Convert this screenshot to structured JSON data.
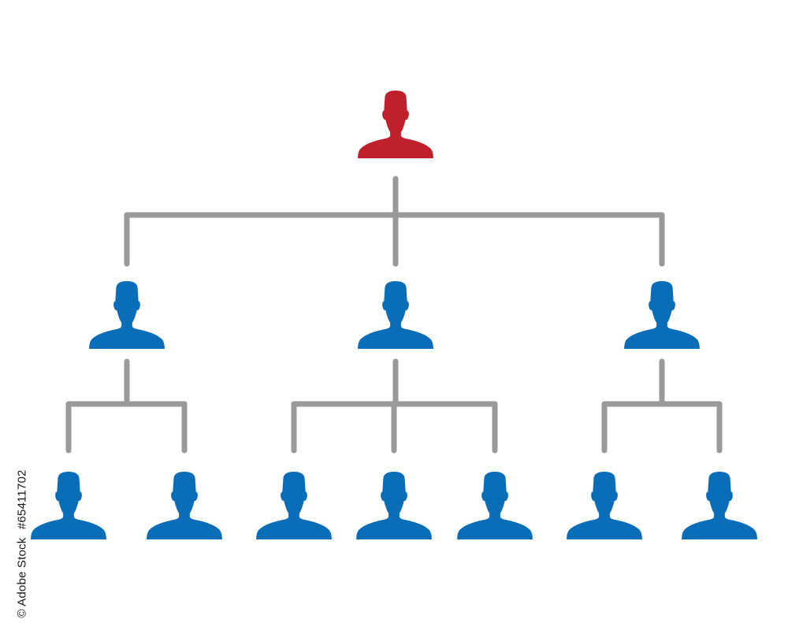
{
  "watermark": {
    "stock_id": "#65411702",
    "brand": "© Adobe Stock"
  },
  "colors": {
    "background": "#ffffff",
    "head_node": "#c0202b",
    "member_node": "#0a6db7",
    "connector": "#999999"
  },
  "icons": {
    "person": "person-silhouette-icon"
  },
  "org_chart": {
    "root": {
      "role": "head",
      "children": [
        {
          "role": "member",
          "children": [
            {
              "role": "member"
            },
            {
              "role": "member"
            }
          ]
        },
        {
          "role": "member",
          "children": [
            {
              "role": "member"
            },
            {
              "role": "member"
            },
            {
              "role": "member"
            }
          ]
        },
        {
          "role": "member",
          "children": [
            {
              "role": "member"
            },
            {
              "role": "member"
            }
          ]
        }
      ]
    }
  }
}
